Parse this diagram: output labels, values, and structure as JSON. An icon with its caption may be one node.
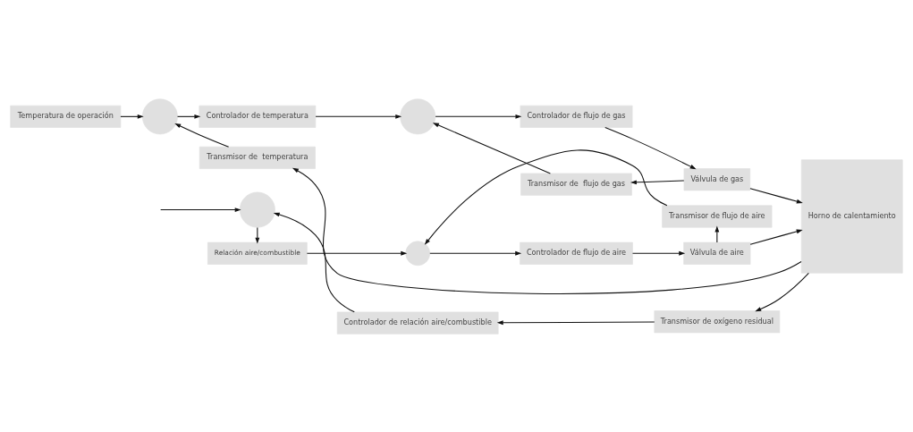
{
  "diagram": {
    "nodes": [
      {
        "text": [],
        "shape": "circle"
      },
      {
        "text": [
          "Controlador de relación aire/combustible"
        ]
      },
      {
        "text": [
          "Transmisor de oxígeno residual"
        ]
      },
      {
        "text": [],
        "shape": "circle"
      },
      {
        "text": [
          "Transmisor de flujo de aire"
        ]
      },
      {
        "text": [
          "Controlador de flujo de aire"
        ]
      },
      {
        "text": [
          "Válvula de aire"
        ]
      },
      {
        "text": [
          "Relación aire/combustible"
        ]
      },
      {
        "text": [
          "Horno de calentamiento"
        ]
      },
      {
        "text": [
          "Temperatura de operación"
        ]
      },
      {
        "text": [],
        "shape": "circle"
      },
      {
        "text": [
          "Controlador de temperatura"
        ]
      },
      {
        "text": [],
        "shape": "circle"
      },
      {
        "text": [
          "Controlador de flujo de gas"
        ]
      },
      {
        "text": [
          "Válvula de gas"
        ]
      },
      {
        "text": [
          "Transmisor de  flujo de gas"
        ]
      },
      {
        "text": [
          "Transmisor de  temperatura"
        ]
      }
    ],
    "edges": [
      {
        "from": null,
        "to": 0,
        "arrow": "to"
      },
      {
        "from": 1,
        "to": 0,
        "arrow": "to"
      },
      {
        "from": 2,
        "to": 1,
        "arrow": "to"
      },
      {
        "from": 8,
        "to": 2,
        "arrow": "to"
      },
      {
        "from": 0,
        "to": 7,
        "arrow": "to"
      },
      {
        "from": 7,
        "to": 3,
        "arrow": "to"
      },
      {
        "from": 4,
        "to": 3,
        "arrow": "to"
      },
      {
        "from": 3,
        "to": 5,
        "arrow": "to"
      },
      {
        "from": 5,
        "to": 6,
        "arrow": "to"
      },
      {
        "from": 6,
        "to": 8,
        "arrow": "to"
      },
      {
        "from": 6,
        "to": 4,
        "arrow": "to"
      },
      {
        "from": 9,
        "to": 10,
        "arrow": "to"
      },
      {
        "from": 10,
        "to": 11,
        "arrow": "to"
      },
      {
        "from": 11,
        "to": 12,
        "arrow": "to"
      },
      {
        "from": 12,
        "to": 13,
        "arrow": "to"
      },
      {
        "from": 13,
        "to": 14,
        "arrow": "to"
      },
      {
        "from": 14,
        "to": 8,
        "arrow": "to"
      },
      {
        "from": 14,
        "to": 15,
        "arrow": "to"
      },
      {
        "from": 15,
        "to": 12,
        "arrow": "to"
      },
      {
        "from": 8,
        "to": 16,
        "arrow": "to"
      },
      {
        "from": 16,
        "to": 10,
        "arrow": "to"
      }
    ]
  }
}
